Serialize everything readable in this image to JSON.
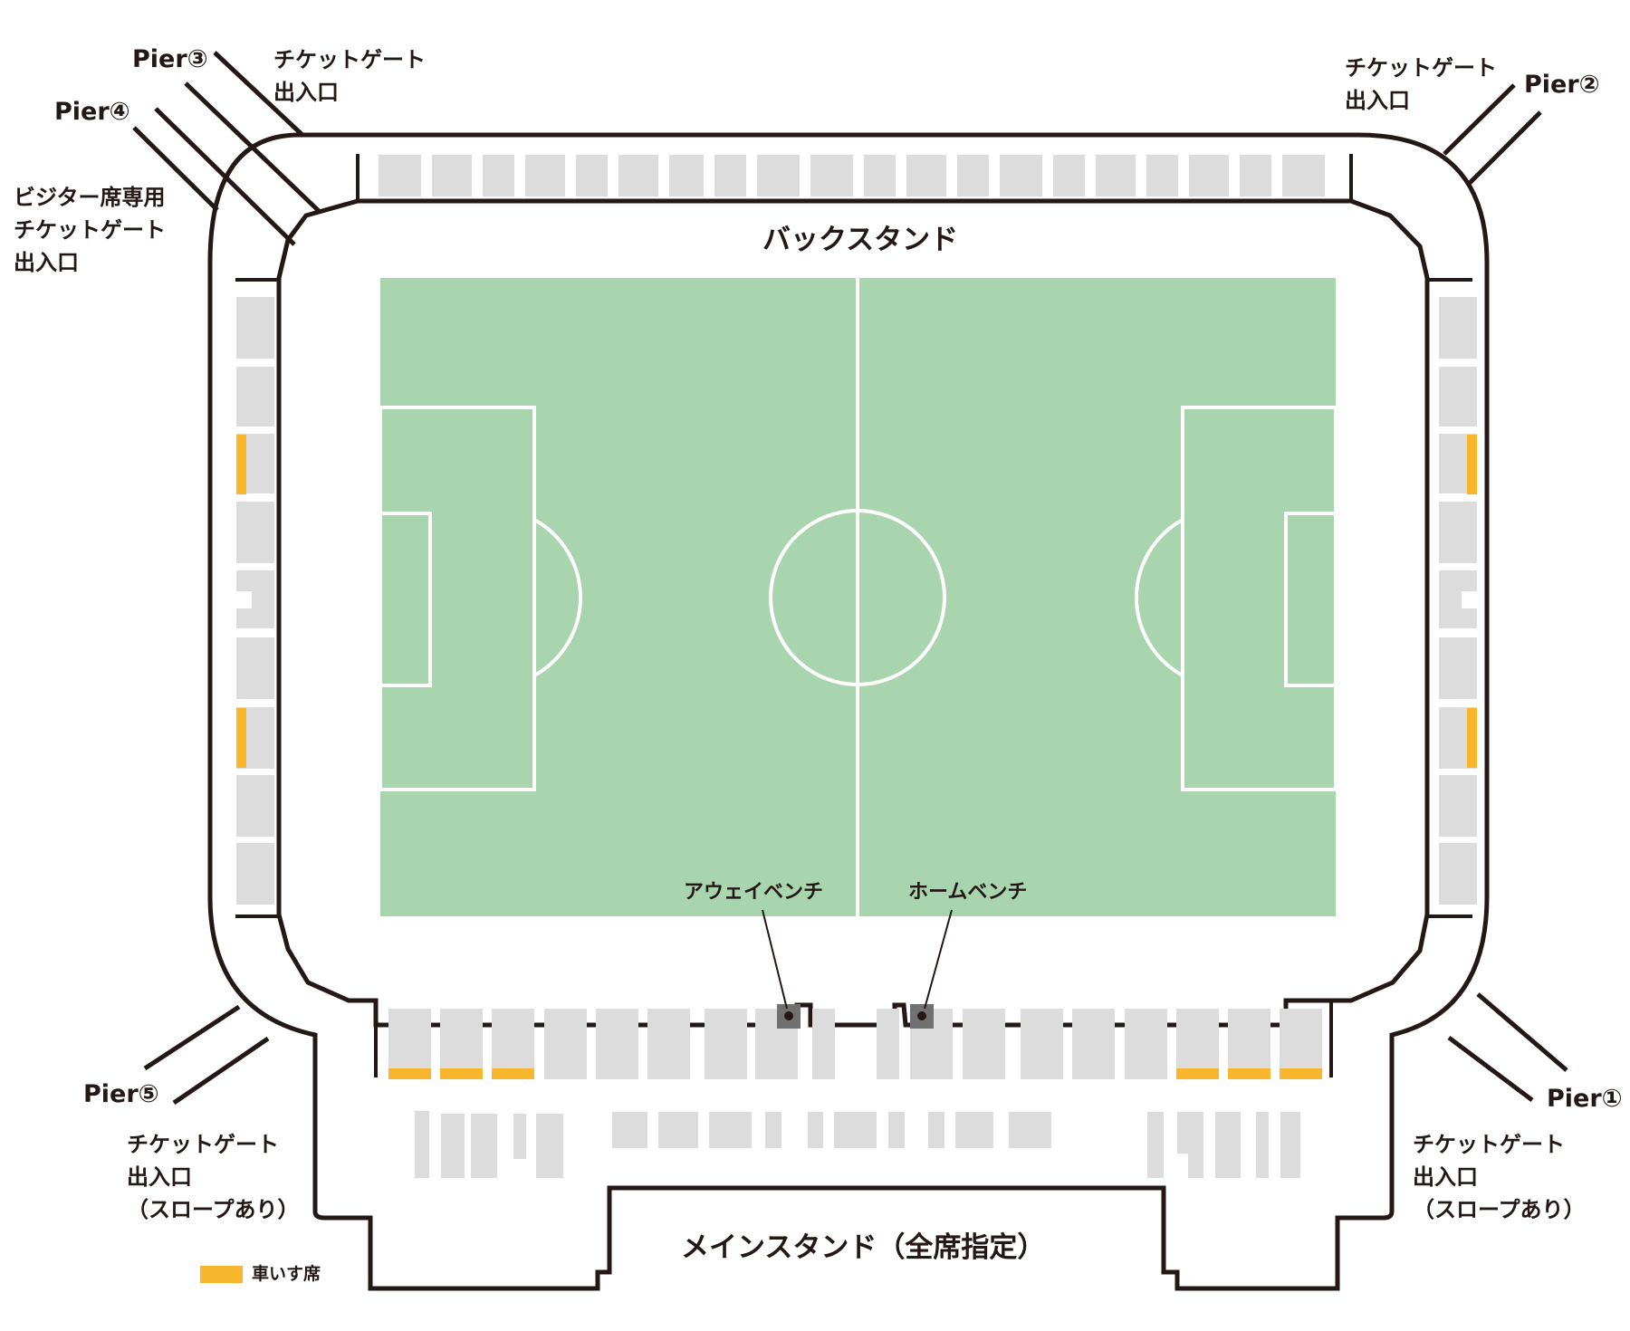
{
  "colors": {
    "pitch": "#a8d5ad",
    "pitch_lines": "#ffffff",
    "outline": "#231815",
    "seat_block": "#dcdcdd",
    "wheelchair": "#f8b62d",
    "bench_marker": "#727171"
  },
  "stands": {
    "back": "バックスタンド",
    "main": "メインスタンド（全席指定）"
  },
  "piers": {
    "p1": "Pier①",
    "p2": "Pier②",
    "p3": "Pier③",
    "p4": "Pier④",
    "p5": "Pier⑤"
  },
  "gates": {
    "top_left": "チケットゲート\n出入口",
    "top_right": "チケットゲート\n出入口",
    "visitor": "ビジター席専用\nチケットゲート\n出入口",
    "bottom_left": "チケットゲート\n出入口\n（スロープあり）",
    "bottom_right": "チケットゲート\n出入口\n（スロープあり）"
  },
  "benches": {
    "away": "アウェイベンチ",
    "home": "ホームベンチ"
  },
  "legend": {
    "wheelchair_label": "車いす席"
  }
}
